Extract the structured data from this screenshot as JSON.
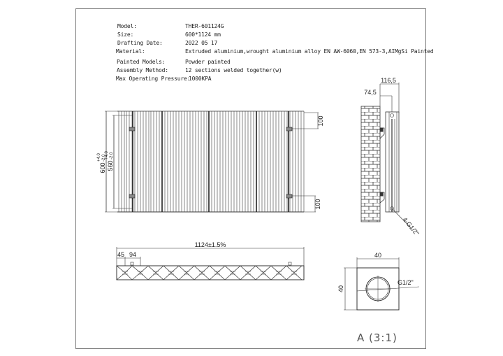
{
  "specs": [
    {
      "label": "Model:",
      "value": "THER-601124G"
    },
    {
      "label": "Size:",
      "value": "600*1124 mm"
    },
    {
      "label": "Drafting Date:",
      "value": "2022 05 17"
    },
    {
      "label": "Material:",
      "value": "Extruded aluminium,wrought aluminium alloy EN AW-6060,EN 573-3,AIMgSi Painted"
    },
    {
      "label": "Painted Models:",
      "value": "Powder painted"
    },
    {
      "label": "Assembly Method:",
      "value": "12 sections welded together(w)"
    },
    {
      "label": "Max Operating Pressure:",
      "value": "1000KPA"
    }
  ],
  "front_view": {
    "height_total": "600",
    "height_total_tol_upper": "+4.0",
    "height_total_tol_lower": "-2.0",
    "height_centers": "560",
    "height_centers_tol_upper": "+4.0",
    "height_centers_tol_lower": "-2.0",
    "bracket_top_offset": "100",
    "bracket_bottom_offset": "100"
  },
  "side_view": {
    "depth_total": "116,5",
    "depth_wall": "74,5",
    "connection": "4-G1/2\""
  },
  "top_view": {
    "width_total": "1124±1.5%",
    "edge_offset": "45",
    "section_pitch": "94"
  },
  "detail_view": {
    "width": "40",
    "height": "40",
    "thread": "G1/2\"",
    "scale_label": "A (3:1)"
  },
  "colors": {
    "line": "#333333",
    "frame": "#777777",
    "background": "#ffffff"
  }
}
